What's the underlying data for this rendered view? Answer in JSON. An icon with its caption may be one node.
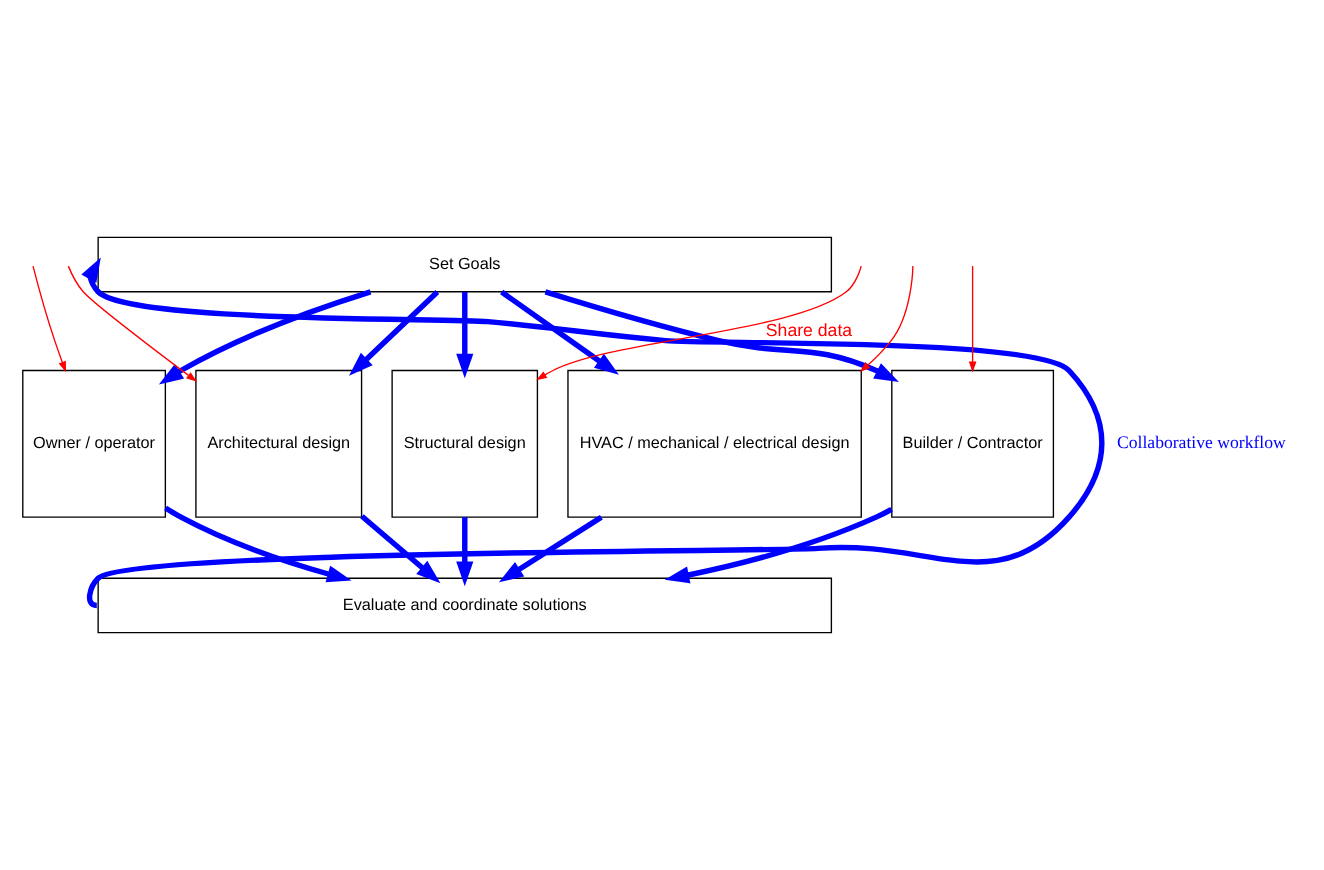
{
  "diagram": {
    "nodes": [
      {
        "text": [
          "Set Goals"
        ]
      },
      {
        "text": [
          "Owner / operator"
        ]
      },
      {
        "text": [
          "Architectural design"
        ]
      },
      {
        "text": [
          "Structural design"
        ]
      },
      {
        "text": [
          "HVAC / mechanical / electrical design"
        ]
      },
      {
        "text": [
          "Builder / Contractor"
        ]
      },
      {
        "text": [
          "Evaluate and coordinate solutions"
        ]
      }
    ],
    "edges": [
      {
        "from": 6,
        "to": 0,
        "arrow": "to",
        "label": "Collaborative workflow"
      },
      {
        "from": 0,
        "to": 1,
        "arrow": "to"
      },
      {
        "from": 0,
        "to": 2,
        "arrow": "to"
      },
      {
        "from": 0,
        "to": 3,
        "arrow": "to"
      },
      {
        "from": 0,
        "to": 4,
        "arrow": "to"
      },
      {
        "from": 0,
        "to": 5,
        "arrow": "to"
      },
      {
        "from": null,
        "to": 1,
        "arrow": "to",
        "color": "#ff0000"
      },
      {
        "from": null,
        "to": 2,
        "arrow": "to",
        "color": "#ff0000"
      },
      {
        "from": null,
        "to": 3,
        "arrow": "to",
        "color": "#ff0000",
        "label": "Share data"
      },
      {
        "from": null,
        "to": 4,
        "arrow": "to",
        "color": "#ff0000"
      },
      {
        "from": null,
        "to": 5,
        "arrow": "to",
        "color": "#ff0000"
      },
      {
        "from": 1,
        "to": 6,
        "arrow": "to"
      },
      {
        "from": 2,
        "to": 6,
        "arrow": "to"
      },
      {
        "from": 3,
        "to": 6,
        "arrow": "to"
      },
      {
        "from": 4,
        "to": 6,
        "arrow": "to"
      },
      {
        "from": 5,
        "to": 6,
        "arrow": "to"
      }
    ]
  }
}
